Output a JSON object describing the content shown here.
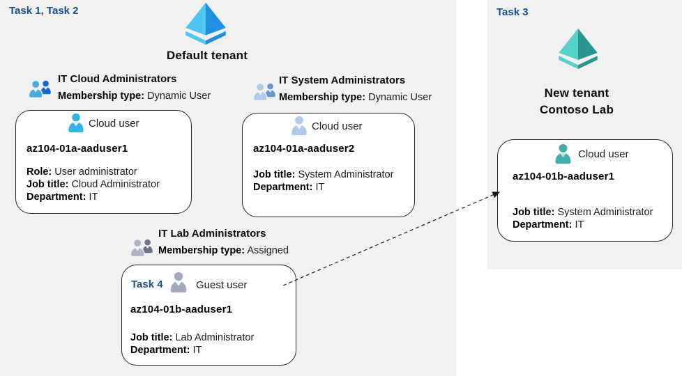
{
  "colors": {
    "task_label_blue": "#1B4E8C",
    "region_bg": "#F1F1F1",
    "azure_blue_light": "#4FC6F1",
    "azure_blue_dark": "#1F8FDE",
    "azure_teal_light": "#55D2CA",
    "azure_teal_dark": "#2A968D",
    "group_cloud_front": "#47ABE2",
    "group_cloud_back": "#1068D4",
    "group_system_front": "#AECBEA",
    "group_system_back": "#6B95CE",
    "group_lab_front": "#AFB3C4",
    "group_lab_back": "#6E7288",
    "user_cloud_blue": "#32B4E9",
    "user_cloud_steel": "#ADC9EA",
    "user_guest_gray": "#A3AABE",
    "user_cloud_teal": "#44AEA8",
    "arrow": "#1A1A1A"
  },
  "left": {
    "task_label": "Task 1, Task 2",
    "tenant_name": "Default tenant",
    "groups": {
      "cloud": {
        "name": "IT Cloud Administrators",
        "membership_label": "Membership type:",
        "membership_value": "Dynamic User"
      },
      "system": {
        "name": "IT System Administrators",
        "membership_label": "Membership type:",
        "membership_value": "Dynamic User"
      },
      "lab": {
        "name": "IT Lab Administrators",
        "membership_label": "Membership type:",
        "membership_value": "Assigned"
      }
    },
    "users": {
      "user1": {
        "type_label": "Cloud user",
        "username": "az104-01a-aaduser1",
        "role_label": "Role:",
        "role_value": "User administrator",
        "job_label": "Job title:",
        "job_value": "Cloud Administrator",
        "dept_label": "Department:",
        "dept_value": "IT"
      },
      "user2": {
        "type_label": "Cloud user",
        "username": "az104-01a-aaduser2",
        "job_label": "Job title:",
        "job_value": "System Administrator",
        "dept_label": "Department:",
        "dept_value": "IT"
      },
      "guest": {
        "task_label": "Task 4",
        "type_label": "Guest user",
        "username": "az104-01b-aaduser1",
        "job_label": "Job title:",
        "job_value": "Lab Administrator",
        "dept_label": "Department:",
        "dept_value": "IT"
      }
    }
  },
  "right": {
    "task_label": "Task 3",
    "tenant_line1": "New tenant",
    "tenant_line2": "Contoso Lab",
    "user": {
      "type_label": "Cloud user",
      "username": "az104-01b-aaduser1",
      "job_label": "Job title:",
      "job_value": "System Administrator",
      "dept_label": "Department:",
      "dept_value": "IT"
    }
  }
}
